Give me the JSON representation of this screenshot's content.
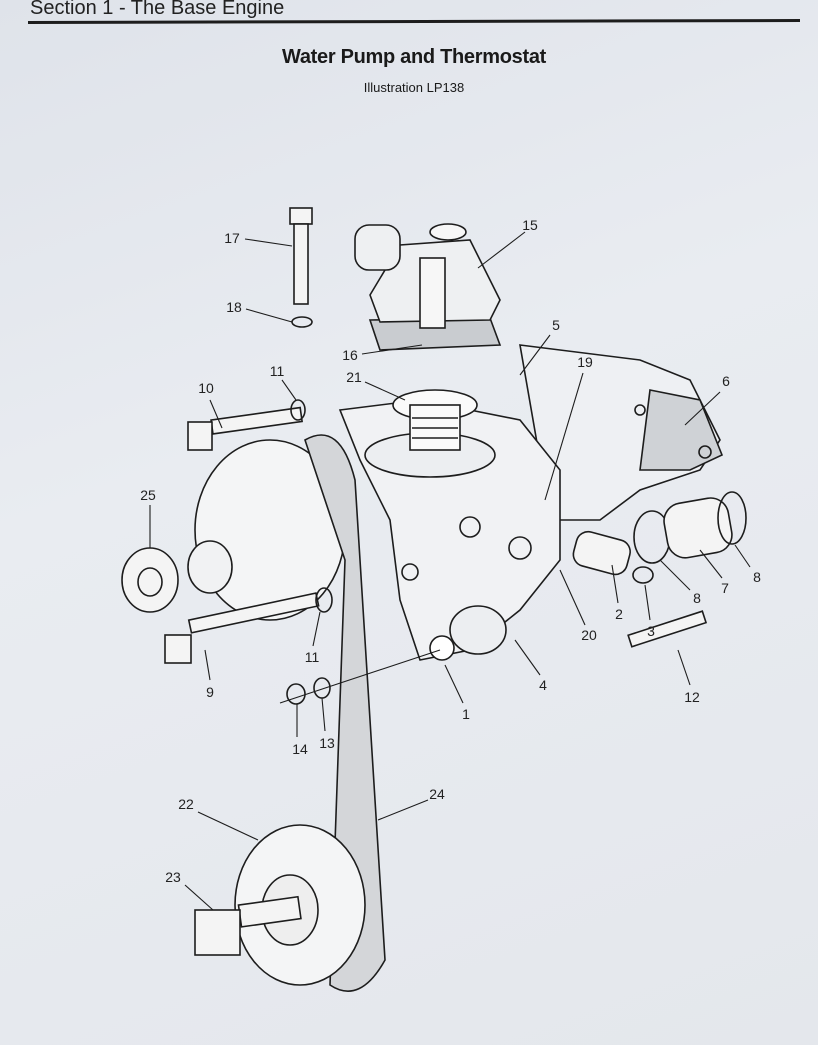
{
  "header": {
    "section": "Section 1 - The Base Engine"
  },
  "title": "Water Pump and Thermostat",
  "subtitle": "Illustration LP138",
  "callouts": [
    "17",
    "15",
    "18",
    "5",
    "16",
    "19",
    "21",
    "6",
    "11",
    "10",
    "25",
    "8",
    "7",
    "8",
    "2",
    "3",
    "20",
    "4",
    "11",
    "12",
    "9",
    "1",
    "14",
    "13",
    "24",
    "22",
    "23"
  ]
}
